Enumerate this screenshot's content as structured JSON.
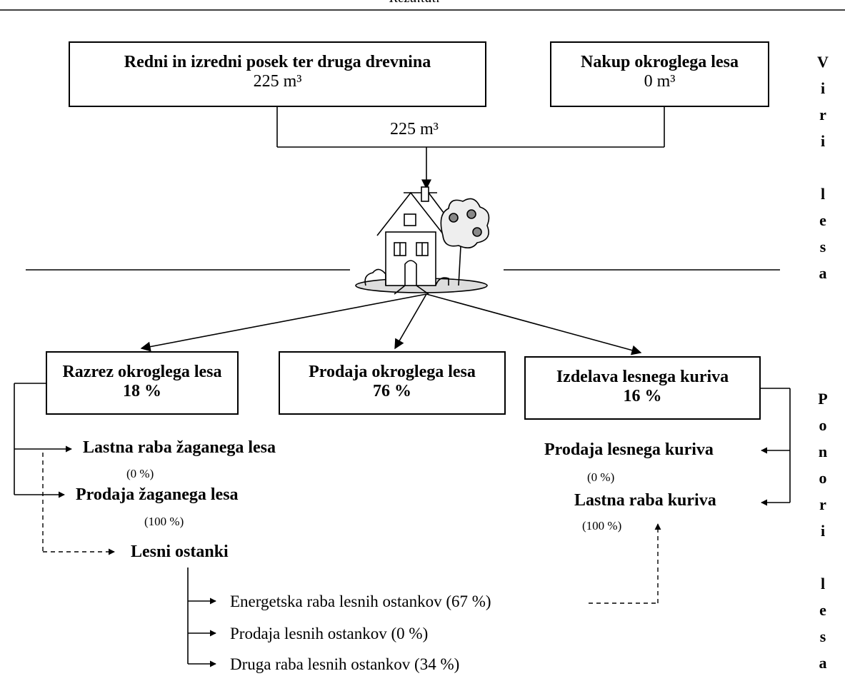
{
  "header": {
    "title": "Rezultati"
  },
  "sources": {
    "harvest": {
      "title": "Redni in izredni posek ter druga drevnina",
      "value": "225 m³"
    },
    "purchase": {
      "title": "Nakup okroglega lesa",
      "value": "0 m³"
    },
    "total": "225 m³"
  },
  "side_labels": {
    "sources_letters": [
      "V",
      "i",
      "r",
      "i",
      "",
      "l",
      "e",
      "s",
      "a"
    ],
    "sinks_letters": [
      "P",
      "o",
      "n",
      "o",
      "r",
      "i",
      "",
      "l",
      "e",
      "s",
      "a"
    ]
  },
  "processes": {
    "sawing": {
      "title": "Razrez okroglega lesa",
      "percent": "18 %"
    },
    "sale": {
      "title": "Prodaja okroglega lesa",
      "percent": "76 %"
    },
    "fuel": {
      "title": "Izdelava lesnega kuriva",
      "percent": "16 %"
    }
  },
  "sawing_outputs": {
    "own_use": {
      "label": "Lastna raba žaganega lesa",
      "percent": "(0 %)"
    },
    "sale": {
      "label": "Prodaja žaganega lesa",
      "percent": "(100 %)"
    },
    "residues": "Lesni ostanki"
  },
  "fuel_outputs": {
    "sale": {
      "label": "Prodaja lesnega kuriva",
      "percent": "(0 %)"
    },
    "own_use": {
      "label": "Lastna raba kuriva",
      "percent": "(100 %)"
    }
  },
  "residue_uses": [
    "Energetska raba lesnih ostankov (67 %)",
    "Prodaja lesnih ostankov (0 %)",
    "Druga raba lesnih ostankov (34 %)"
  ],
  "icon": {
    "name": "house-with-tree-icon"
  }
}
